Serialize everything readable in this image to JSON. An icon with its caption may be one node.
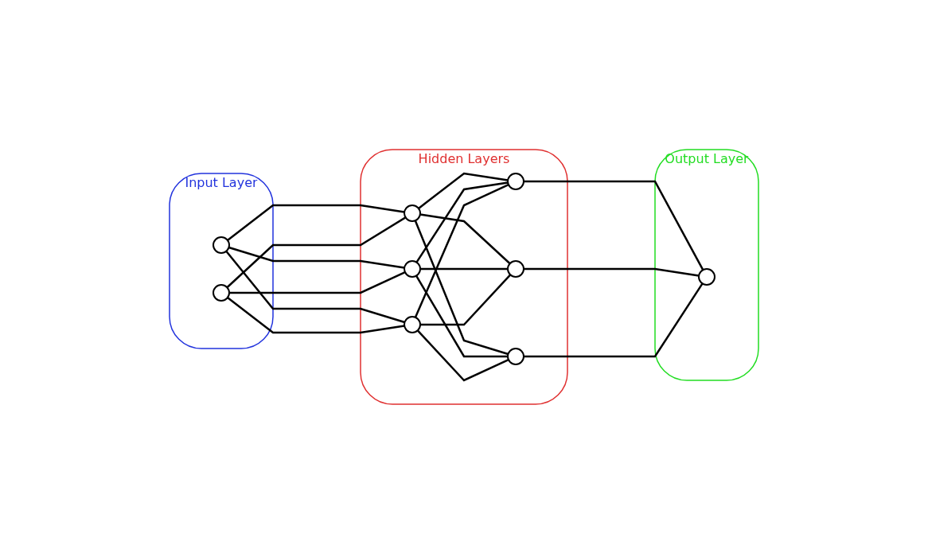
{
  "diagram": {
    "nodes": [
      {
        "text": [
          "Input Layer"
        ]
      },
      {
        "text": [],
        "shape": "circle",
        "in": 0
      },
      {
        "text": [],
        "shape": "circle",
        "in": 0
      },
      {
        "text": [
          "Hidden Layers"
        ]
      },
      {
        "text": [],
        "shape": "circle",
        "in": 3
      },
      {
        "text": [],
        "shape": "circle",
        "in": 3
      },
      {
        "text": [],
        "shape": "circle",
        "in": 3
      },
      {
        "text": [],
        "shape": "circle",
        "in": 3
      },
      {
        "text": [],
        "shape": "circle",
        "in": 3
      },
      {
        "text": [],
        "shape": "circle",
        "in": 3
      },
      {
        "text": [
          "Output Layer"
        ]
      },
      {
        "text": [],
        "shape": "circle",
        "in": 10
      }
    ],
    "edges": [
      {
        "from": 1,
        "to": 4,
        "arrow": "none"
      },
      {
        "from": 1,
        "to": 5,
        "arrow": "none"
      },
      {
        "from": 1,
        "to": 6,
        "arrow": "none"
      },
      {
        "from": 2,
        "to": 4,
        "arrow": "none"
      },
      {
        "from": 2,
        "to": 5,
        "arrow": "none"
      },
      {
        "from": 2,
        "to": 6,
        "arrow": "none"
      },
      {
        "from": 4,
        "to": 7,
        "arrow": "none"
      },
      {
        "from": 4,
        "to": 8,
        "arrow": "none"
      },
      {
        "from": 4,
        "to": 9,
        "arrow": "none"
      },
      {
        "from": 5,
        "to": 7,
        "arrow": "none"
      },
      {
        "from": 5,
        "to": 8,
        "arrow": "none"
      },
      {
        "from": 5,
        "to": 9,
        "arrow": "none"
      },
      {
        "from": 6,
        "to": 7,
        "arrow": "none"
      },
      {
        "from": 6,
        "to": 8,
        "arrow": "none"
      },
      {
        "from": 6,
        "to": 9,
        "arrow": "none"
      },
      {
        "from": 7,
        "to": 11,
        "arrow": "none"
      },
      {
        "from": 8,
        "to": 11,
        "arrow": "none"
      },
      {
        "from": 9,
        "to": 11,
        "arrow": "none"
      }
    ]
  }
}
